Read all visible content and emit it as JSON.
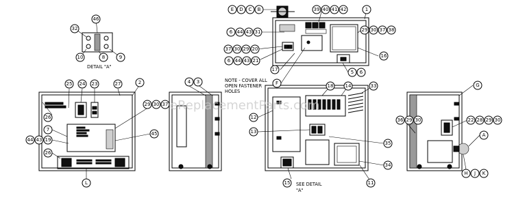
{
  "detail_title": "DETAIL \"A\"",
  "note_lines": [
    "NOTE - COVER ALL",
    "OPEN FASTENER",
    "HOLES"
  ],
  "see_detail_lines": [
    "SEE DETAIL",
    "\"A\""
  ],
  "watermark": "eReplacementParts.com",
  "balloons": {
    "b32": "32",
    "b46": "46",
    "b10": "10",
    "b8": "8",
    "b9": "9",
    "bE": "E",
    "bD": "D",
    "bC": "C",
    "bB": "B",
    "b39": "39",
    "b40": "40",
    "b41": "41",
    "b42": "42",
    "b1": "1",
    "b6a": "6",
    "b44a": "44",
    "b43a": "43",
    "b31": "31",
    "b37a": "37",
    "b30a": "30",
    "b29a": "29",
    "b20": "20",
    "b6b": "6",
    "b44b": "44",
    "b43b": "43",
    "b21": "21",
    "b17": "17",
    "bF": "F",
    "b29b": "29",
    "b30b": "30",
    "b37b": "37",
    "b38": "38",
    "b16": "16",
    "b5": "5",
    "b6c": "6",
    "b25": "25",
    "b24": "24",
    "b23": "23",
    "b27": "27",
    "b2": "2",
    "b26a": "26",
    "b7": "7",
    "b44c": "44",
    "b43c": "43",
    "b19": "19",
    "b26b": "26",
    "b45": "45",
    "bL": "L",
    "b29c": "29",
    "b30c": "30",
    "b37c": "37",
    "b4": "4",
    "b3": "3",
    "b18": "18",
    "b14": "14",
    "b33": "33",
    "b12": "12",
    "b13": "13",
    "b35": "35",
    "b34": "34",
    "b15": "15",
    "b11": "11",
    "bG": "G",
    "b36": "36",
    "b29d": "29",
    "b30d": "30",
    "b22": "22",
    "b28": "28",
    "b29e": "29",
    "b30e": "30",
    "bA": "A",
    "bH": "H",
    "bJ": "J",
    "bK": "K"
  }
}
